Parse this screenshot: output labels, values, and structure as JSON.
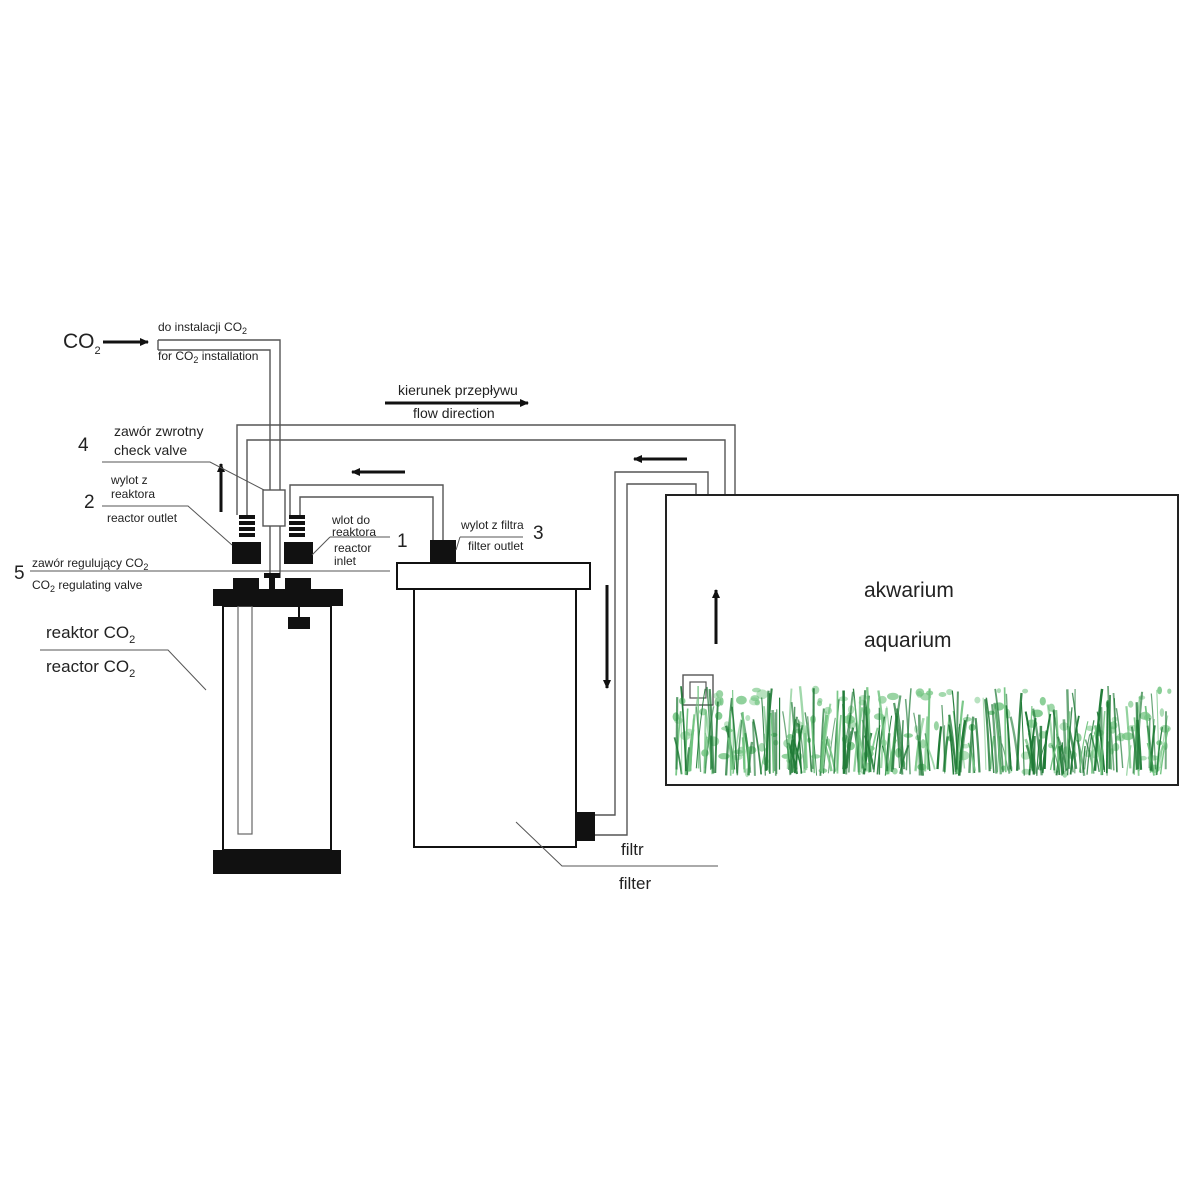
{
  "colors": {
    "line": "#555555",
    "black": "#111111",
    "plant_dark": "#1f7a36",
    "plant_light": "#6fc37e",
    "background": "#ffffff"
  },
  "labels": {
    "co2_source": "CO",
    "co2_installation_pl": "do instalacji CO",
    "co2_installation_en": "for CO",
    "co2_installation_en_tail": " installation",
    "flow_direction_pl": "kierunek przepływu",
    "flow_direction_en": "flow direction",
    "check_valve_num": "4",
    "check_valve_pl": "zawór zwrotny",
    "check_valve_en": "check valve",
    "reactor_outlet_num": "2",
    "reactor_outlet_pl_1": "wylot z",
    "reactor_outlet_pl_2": "reaktora",
    "reactor_outlet_en": "reactor outlet",
    "reactor_inlet_num": "1",
    "reactor_inlet_pl_1": "wlot do",
    "reactor_inlet_pl_2": "reaktora",
    "reactor_inlet_en_1": "reactor",
    "reactor_inlet_en_2": "inlet",
    "filter_outlet_num": "3",
    "filter_outlet_pl": "wylot z filtra",
    "filter_outlet_en": "filter outlet",
    "regulating_valve_num": "5",
    "regulating_valve_pl": "zawór regulujący CO",
    "regulating_valve_en": "CO",
    "regulating_valve_en_tail": " regulating valve",
    "reactor_pl": "reaktor CO",
    "reactor_en": "reactor CO",
    "filter_pl": "filtr",
    "filter_en": "filter",
    "aquarium_pl": "akwarium",
    "aquarium_en": "aquarium",
    "subscript_2": "2"
  }
}
